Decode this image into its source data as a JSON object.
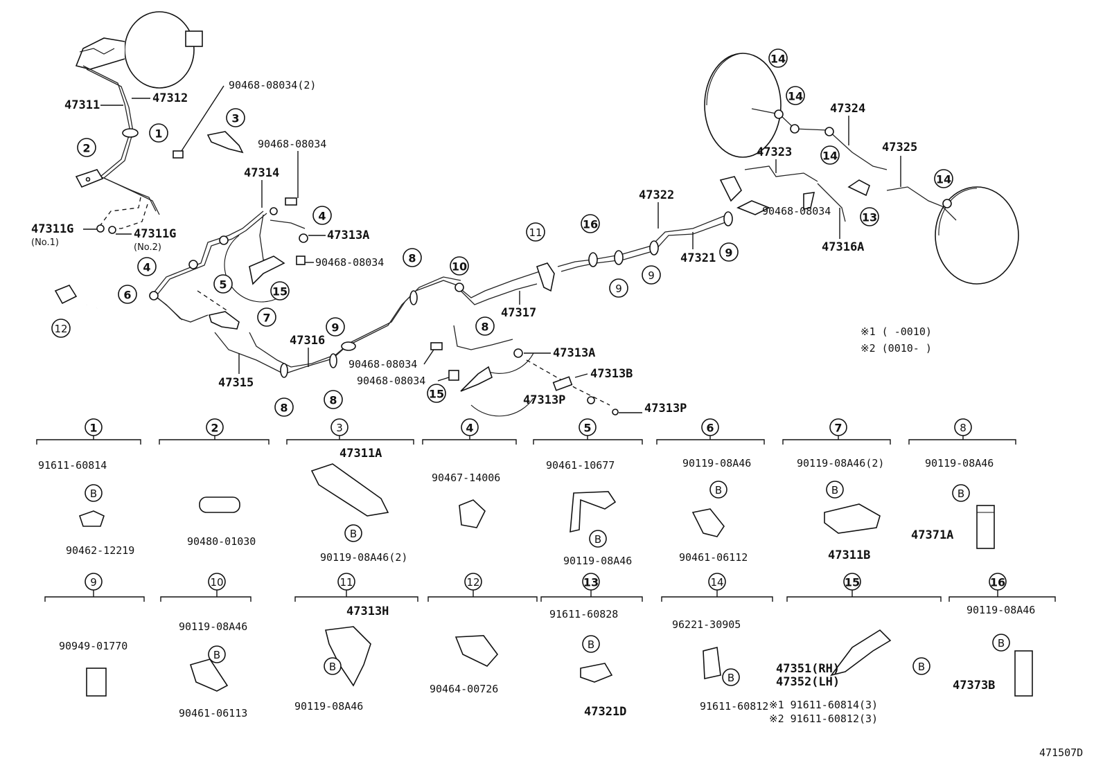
{
  "labels": {
    "p47311": "47311",
    "p47312": "47312",
    "p90468_2": "90468-08034(2)",
    "p90468_a": "90468-08034",
    "p47314": "47314",
    "p47313A_a": "47313A",
    "p90468_b": "90468-08034",
    "p47311G_1": "47311G",
    "no1": "(No.1)",
    "p47311G_2": "47311G",
    "no2": "(No.2)",
    "p47316": "47316",
    "p47315": "47315",
    "p47317": "47317",
    "p47313A_b": "47313A",
    "p47313B": "47313B",
    "p47313P_a": "47313P",
    "p47313P_b": "47313P",
    "p90468_c": "90468-08034",
    "p90468_d": "90468-08034",
    "p47322": "47322",
    "p47321": "47321",
    "p47323": "47323",
    "p47324": "47324",
    "p47325": "47325",
    "p90468_e": "90468-08034",
    "p47316A": "47316A",
    "note1": "※1 (        -0010)",
    "note2": "※2 (0010-        )"
  },
  "groups": [
    {
      "num": "1",
      "parts": [
        "91611-60814",
        "90462-12219"
      ]
    },
    {
      "num": "2",
      "parts": [
        "90480-01030"
      ]
    },
    {
      "num": "3",
      "parts": [
        "47311A",
        "90119-08A46(2)"
      ]
    },
    {
      "num": "4",
      "parts": [
        "90467-14006"
      ]
    },
    {
      "num": "5",
      "parts": [
        "90461-10677",
        "90119-08A46"
      ]
    },
    {
      "num": "6",
      "parts": [
        "90119-08A46",
        "90461-06112"
      ]
    },
    {
      "num": "7",
      "parts": [
        "90119-08A46(2)",
        "47311B"
      ]
    },
    {
      "num": "8",
      "parts": [
        "90119-08A46",
        "47371A"
      ]
    },
    {
      "num": "9",
      "parts": [
        "90949-01770"
      ]
    },
    {
      "num": "10",
      "parts": [
        "90119-08A46",
        "90461-06113"
      ]
    },
    {
      "num": "11",
      "parts": [
        "47313H",
        "90119-08A46"
      ]
    },
    {
      "num": "12",
      "parts": [
        "90464-00726"
      ]
    },
    {
      "num": "13",
      "parts": [
        "91611-60828",
        "47321D"
      ]
    },
    {
      "num": "14",
      "parts": [
        "96221-30905",
        "91611-60812"
      ]
    },
    {
      "num": "15",
      "parts": [
        "47351(RH)",
        "47352(LH)",
        "※1 91611-60814(3)",
        "※2 91611-60812(3)"
      ]
    },
    {
      "num": "16",
      "parts": [
        "90119-08A46",
        "47373B"
      ]
    }
  ],
  "bolt_letter": "B",
  "figure_id": "471507D"
}
